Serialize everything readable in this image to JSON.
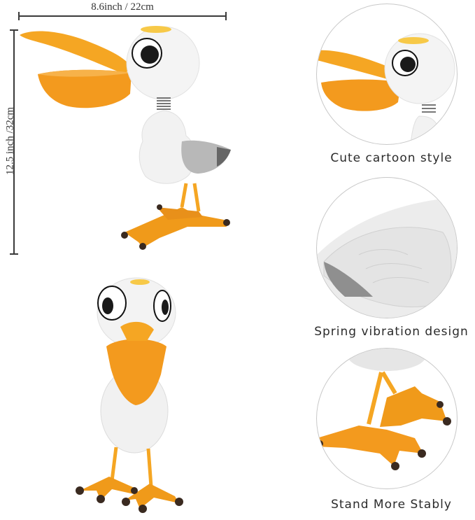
{
  "dimensions": {
    "width_label": "8.6inch / 22cm",
    "height_label": "12.5 inch /32cm"
  },
  "features": [
    {
      "caption": "Cute cartoon style",
      "image": "pelican-head-closeup"
    },
    {
      "caption": "Spring vibration design",
      "image": "wing-detail-closeup"
    },
    {
      "caption": "Stand More Stably",
      "image": "feet-closeup"
    }
  ],
  "product": {
    "side_view": "pelican-figurine-side",
    "front_view": "pelican-figurine-front"
  },
  "colors": {
    "beak_orange": "#f5a623",
    "body_white": "#f2f2f2",
    "wing_gray": "#a9a9a9",
    "line": "#3a3a3a"
  }
}
